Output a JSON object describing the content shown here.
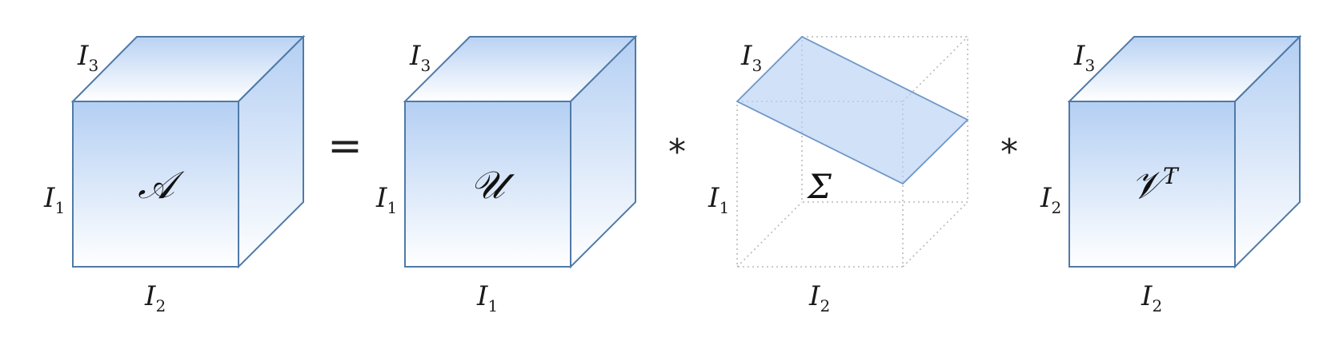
{
  "equation": {
    "lhs": {
      "symbol": "𝒜",
      "labels": {
        "top": {
          "base": "I",
          "sub": "3"
        },
        "left": {
          "base": "I",
          "sub": "1"
        },
        "bottom": {
          "base": "I",
          "sub": "2"
        }
      }
    },
    "equals": "=",
    "u": {
      "symbol": "𝒰",
      "labels": {
        "top": {
          "base": "I",
          "sub": "3"
        },
        "left": {
          "base": "I",
          "sub": "1"
        },
        "bottom": {
          "base": "I",
          "sub": "1"
        }
      }
    },
    "op1": "*",
    "sigma": {
      "symbol": "Σ",
      "labels": {
        "top": {
          "base": "I",
          "sub": "3"
        },
        "left": {
          "base": "I",
          "sub": "1"
        },
        "bottom": {
          "base": "I",
          "sub": "2"
        }
      }
    },
    "op2": "*",
    "v": {
      "symbol": "𝒱",
      "superscript": "T",
      "labels": {
        "top": {
          "base": "I",
          "sub": "3"
        },
        "left": {
          "base": "I",
          "sub": "2"
        },
        "bottom": {
          "base": "I",
          "sub": "2"
        }
      }
    }
  },
  "colors": {
    "cube_edge": "#4f7aa8",
    "cube_fill_dark": "#b4cff3",
    "cube_fill_light": "#ffffff",
    "slice_fill": "#cfe0f7",
    "slice_edge": "#7a9fcc",
    "dotted_edge": "#b9b9b9"
  }
}
